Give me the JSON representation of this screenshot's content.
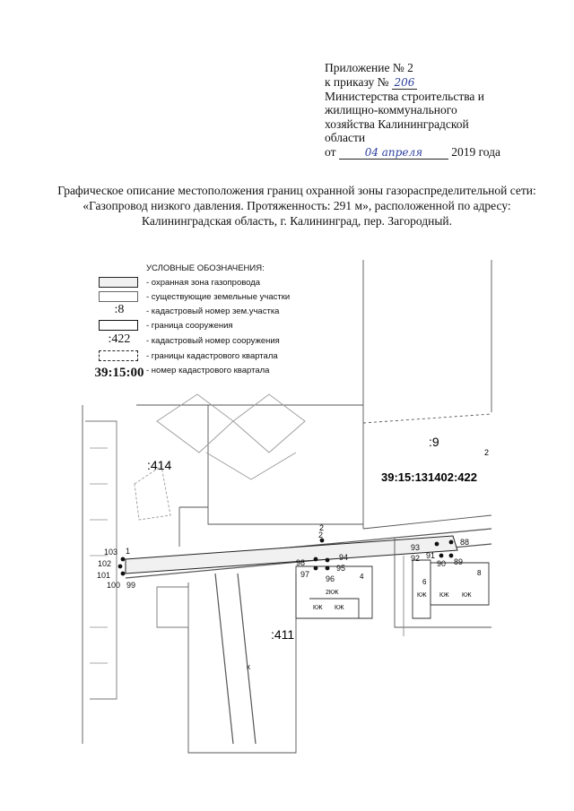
{
  "header": {
    "line1": "Приложение № 2",
    "line2_prefix": "к приказу №",
    "order_number": "206",
    "line3": "Министерства строительства и",
    "line4": "жилищно-коммунального",
    "line5": "хозяйства Калининградской",
    "line6": "области",
    "date_prefix": "от",
    "date_handwritten": "04 апреля",
    "date_suffix": "2019 года"
  },
  "title": {
    "text": "Графическое описание местоположения границ охранной зоны газораспределительной сети: «Газопровод низкого давления. Протяженность: 291 м», расположенной по адресу: Калининградская область, г. Калининград, пер. Загородный."
  },
  "legend": {
    "heading": "УСЛОВНЫЕ ОБОЗНАЧЕНИЯ:",
    "items": [
      {
        "symbol": "",
        "label": "- охранная зона газопровода"
      },
      {
        "symbol": "",
        "label": "- существующие земельные участки"
      },
      {
        "symbol": ":8",
        "label": "- кадастровый номер зем.участка"
      },
      {
        "symbol": "",
        "label": "- граница сооружения"
      },
      {
        "symbol": ":422",
        "label": "- кадастровый номер сооружения"
      },
      {
        "symbol": "",
        "label": "- границы кадастрового квартала"
      },
      {
        "symbol": "39:15:00",
        "label": "- номер кадастрового квартала"
      }
    ]
  },
  "map": {
    "parcel_labels": {
      "p414": ":414",
      "p9": ":9",
      "p411": ":411",
      "structure": "39:15:131402:422"
    },
    "small_numbers": {
      "n2_top": "2",
      "n4": "4",
      "n6": "6",
      "n8": "8",
      "n2kzh": "2КЖ",
      "nzh1": "КЖ",
      "nzh2": "КЖ",
      "nzh3": "КЖ",
      "nzh4": "КЖ",
      "nzh5": "КЖ",
      "nk": "К"
    },
    "points": {
      "p1": "1",
      "p2": "2",
      "p88": "88",
      "p89": "89",
      "p90": "90",
      "p91": "91",
      "p92": "92",
      "p93": "93",
      "p94": "94",
      "p95": "95",
      "p96": "96",
      "p97": "97",
      "p98": "98",
      "p99": "99",
      "p100": "100",
      "p101": "101",
      "p102": "102",
      "p103": "103"
    }
  }
}
